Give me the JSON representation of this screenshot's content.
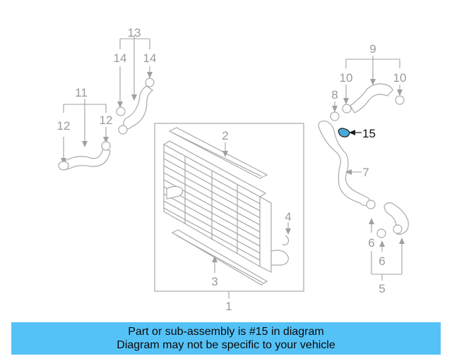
{
  "diagram": {
    "callouts": {
      "c1": "1",
      "c2": "2",
      "c3": "3",
      "c4": "4",
      "c5": "5",
      "c6a": "6",
      "c6b": "6",
      "c7": "7",
      "c8": "8",
      "c9": "9",
      "c10a": "10",
      "c10b": "10",
      "c11": "11",
      "c12a": "12",
      "c12b": "12",
      "c13": "13",
      "c14a": "14",
      "c14b": "14"
    },
    "highlight": {
      "label": "15",
      "color": "#4aa8d8"
    }
  },
  "banner": {
    "line1": "Part or sub-assembly is #15 in diagram",
    "line2": "Diagram may not be specific to your vehicle",
    "background": "#55c2f7"
  }
}
